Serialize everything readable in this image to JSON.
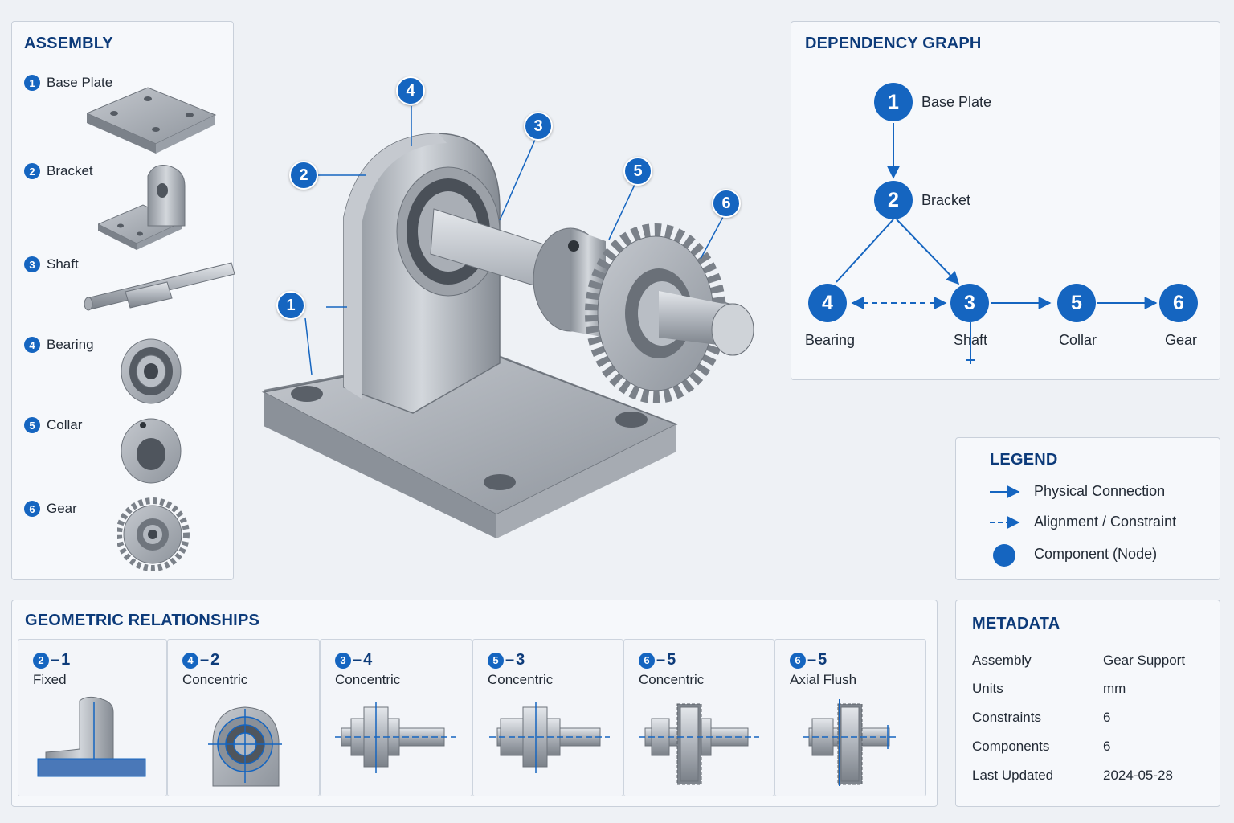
{
  "assembly": {
    "title": "ASSEMBLY",
    "items": [
      {
        "num": "1",
        "label": "Base Plate"
      },
      {
        "num": "2",
        "label": "Bracket"
      },
      {
        "num": "3",
        "label": "Shaft"
      },
      {
        "num": "4",
        "label": "Bearing"
      },
      {
        "num": "5",
        "label": "Collar"
      },
      {
        "num": "6",
        "label": "Gear"
      }
    ]
  },
  "callouts": [
    "1",
    "2",
    "3",
    "4",
    "5",
    "6"
  ],
  "dependency_graph": {
    "title": "DEPENDENCY GRAPH",
    "nodes": [
      {
        "num": "1",
        "label": "Base Plate"
      },
      {
        "num": "2",
        "label": "Bracket"
      },
      {
        "num": "3",
        "label": "Shaft"
      },
      {
        "num": "4",
        "label": "Bearing"
      },
      {
        "num": "5",
        "label": "Collar"
      },
      {
        "num": "6",
        "label": "Gear"
      }
    ],
    "edges": [
      {
        "from": "1",
        "to": "2",
        "style": "solid"
      },
      {
        "from": "2",
        "to": "4",
        "style": "solid"
      },
      {
        "from": "2",
        "to": "3",
        "style": "solid"
      },
      {
        "from": "4",
        "to": "3",
        "style": "dashed"
      },
      {
        "from": "3",
        "to": "5",
        "style": "solid"
      },
      {
        "from": "5",
        "to": "6",
        "style": "solid"
      }
    ]
  },
  "legend": {
    "title": "LEGEND",
    "items": [
      {
        "icon": "solid-arrow-icon",
        "label": "Physical Connection"
      },
      {
        "icon": "dashed-arrow-icon",
        "label": "Alignment / Constraint"
      },
      {
        "icon": "node-circle-icon",
        "label": "Component (Node)"
      }
    ]
  },
  "geometric_relationships": {
    "title": "GEOMETRIC RELATIONSHIPS",
    "items": [
      {
        "a": "2",
        "b": "1",
        "type": "Fixed"
      },
      {
        "a": "4",
        "b": "2",
        "type": "Concentric"
      },
      {
        "a": "3",
        "b": "4",
        "type": "Concentric"
      },
      {
        "a": "5",
        "b": "3",
        "type": "Concentric"
      },
      {
        "a": "6",
        "b": "5",
        "type": "Concentric"
      },
      {
        "a": "6",
        "b": "5",
        "type": "Axial Flush"
      }
    ]
  },
  "metadata": {
    "title": "METADATA",
    "rows": [
      {
        "key": "Assembly",
        "value": "Gear Support"
      },
      {
        "key": "Units",
        "value": "mm"
      },
      {
        "key": "Constraints",
        "value": "6"
      },
      {
        "key": "Components",
        "value": "6"
      },
      {
        "key": "Last Updated",
        "value": "2024-05-28"
      }
    ]
  },
  "colors": {
    "accent": "#1565c0",
    "title": "#0d3b7a",
    "metal": "#9aa0a8"
  }
}
